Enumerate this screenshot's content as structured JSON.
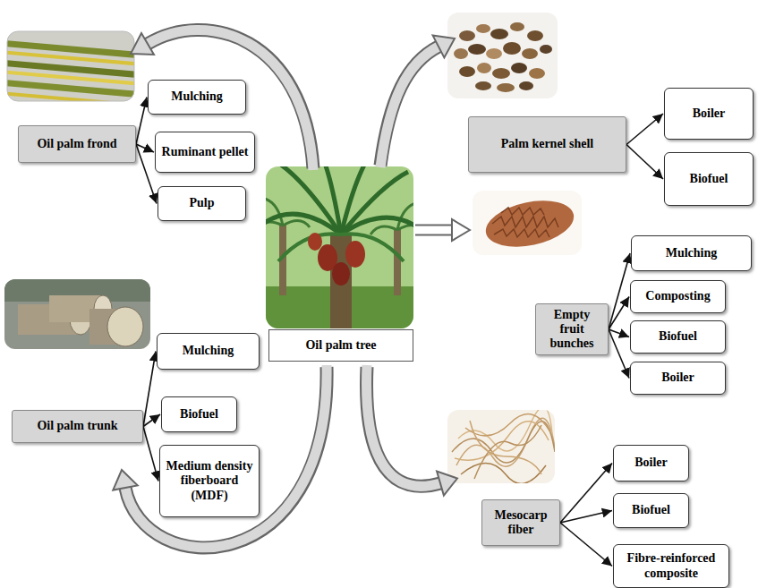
{
  "diagram": {
    "nodes": [
      {
        "text": [
          "Oil palm tree"
        ]
      },
      {
        "text": [
          "Oil palm frond"
        ]
      },
      {
        "text": [
          "Mulching"
        ]
      },
      {
        "text": [
          "Ruminant pellet"
        ]
      },
      {
        "text": [
          "Pulp"
        ]
      },
      {
        "text": [
          "Palm kernel shell"
        ]
      },
      {
        "text": [
          "Boiler"
        ]
      },
      {
        "text": [
          "Biofuel"
        ]
      },
      {
        "text": [
          "Empty fruit bunches"
        ]
      },
      {
        "text": [
          "Mulching"
        ]
      },
      {
        "text": [
          "Composting"
        ]
      },
      {
        "text": [
          "Biofuel"
        ]
      },
      {
        "text": [
          "Boiler"
        ]
      },
      {
        "text": [
          "Oil palm trunk"
        ]
      },
      {
        "text": [
          "Mulching"
        ]
      },
      {
        "text": [
          "Biofuel"
        ]
      },
      {
        "text": [
          "Medium density fiberboard (MDF)"
        ]
      },
      {
        "text": [
          "Mesocarp fiber"
        ]
      },
      {
        "text": [
          "Boiler"
        ]
      },
      {
        "text": [
          "Biofuel"
        ]
      },
      {
        "text": [
          "Fibre-reinforced composite"
        ]
      }
    ],
    "edges": [
      {
        "from": 1,
        "to": 2,
        "arrow": "to"
      },
      {
        "from": 1,
        "to": 3,
        "arrow": "to"
      },
      {
        "from": 1,
        "to": 4,
        "arrow": "to"
      },
      {
        "from": 5,
        "to": 6,
        "arrow": "to"
      },
      {
        "from": 5,
        "to": 7,
        "arrow": "to"
      },
      {
        "from": 8,
        "to": 9,
        "arrow": "to"
      },
      {
        "from": 8,
        "to": 10,
        "arrow": "to"
      },
      {
        "from": 8,
        "to": 11,
        "arrow": "to"
      },
      {
        "from": 8,
        "to": 12,
        "arrow": "to"
      },
      {
        "from": 13,
        "to": 14,
        "arrow": "to"
      },
      {
        "from": 13,
        "to": 15,
        "arrow": "to"
      },
      {
        "from": 13,
        "to": 16,
        "arrow": "to"
      },
      {
        "from": 17,
        "to": 18,
        "arrow": "to"
      },
      {
        "from": 17,
        "to": 19,
        "arrow": "to"
      },
      {
        "from": 17,
        "to": 20,
        "arrow": "to"
      }
    ]
  }
}
